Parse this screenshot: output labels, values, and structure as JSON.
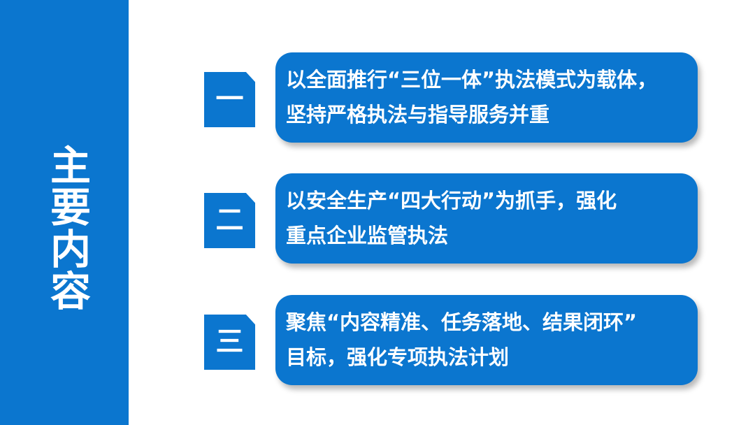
{
  "sidebar": {
    "title": "主要内容"
  },
  "items": [
    {
      "number": "一",
      "line1": "以全面推行“三位一体”执法模式为载体，",
      "line2": "坚持严格执法与指导服务并重"
    },
    {
      "number": "二",
      "line1": "以安全生产“四大行动”为抓手，强化",
      "line2": "重点企业监管执法"
    },
    {
      "number": "三",
      "line1": "聚焦“内容精准、任务落地、结果闭环”",
      "line2": "目标，强化专项执法计划"
    }
  ],
  "colors": {
    "accent": "#0b76cf",
    "background": "#ffffff",
    "text": "#ffffff"
  }
}
